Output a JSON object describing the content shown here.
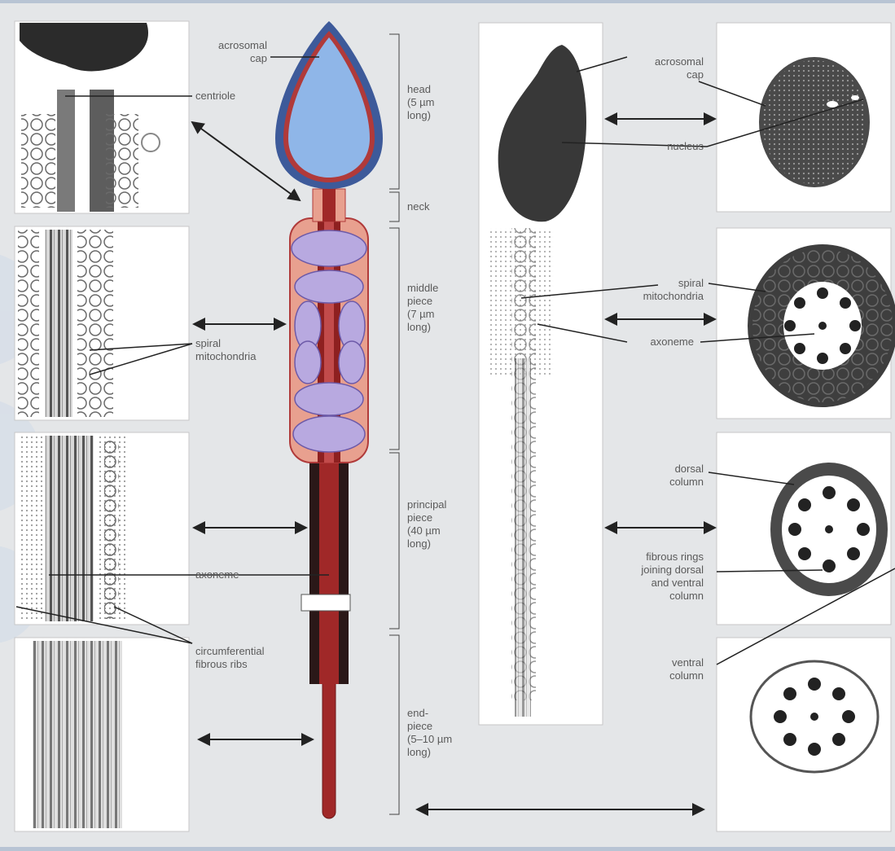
{
  "figure": {
    "labels": {
      "acrosomal_cap_center": "acrosomal\ncap",
      "centriole": "centriole",
      "spiral_mitochondria_left": "spiral\nmitochondria",
      "axoneme_left": "axoneme",
      "circumferential_fibrous_ribs": "circumferential\nfibrous ribs",
      "acrosomal_cap_right": "acrosomal\ncap",
      "nucleus": "nucleus",
      "spiral_mitochondria_right": "spiral\nmitochondria",
      "axoneme_right": "axoneme",
      "dorsal_column": "dorsal\ncolumn",
      "fibrous_rings": "fibrous rings\njoining dorsal\nand ventral\ncolumn",
      "ventral_column": "ventral\ncolumn"
    },
    "segments": {
      "head": "head\n(5 µm\nlong)",
      "neck": "neck",
      "middle_piece": "middle\npiece\n(7  µm\nlong)",
      "principal_piece": "principal\npiece\n(40 µm\nlong)",
      "end_piece": "end-\npiece\n(5–10 µm\nlong)"
    },
    "colors": {
      "head_fill": "#8fb6e8",
      "head_outline": "#3d5a9a",
      "membrane": "#b03a3a",
      "tail": "#a02828",
      "body_fill": "#e8a08f",
      "mitochondria": "#b8a9e0",
      "panel_white": "#ffffff",
      "background": "#e4e6e8"
    }
  }
}
